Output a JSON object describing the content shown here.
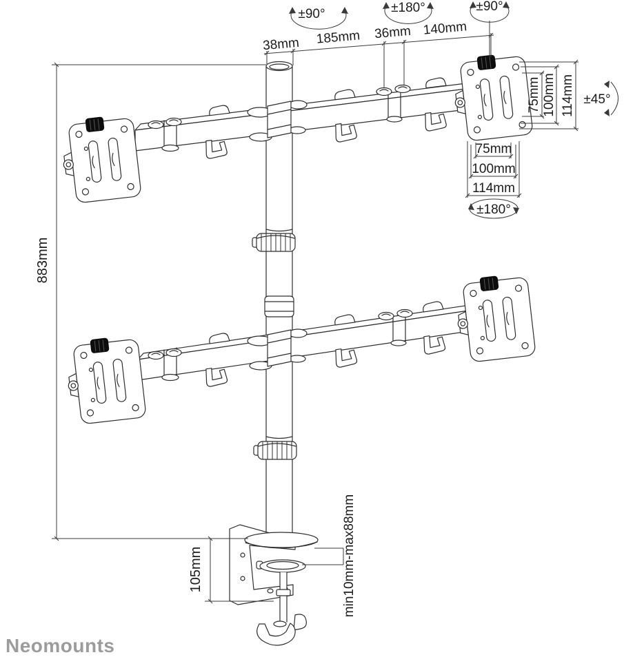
{
  "product_diagram": {
    "brand_logo": "Neomounts",
    "rotation_labels": {
      "swivel_left": "±90°",
      "swivel_mid": "±180°",
      "swivel_right": "±90°",
      "tilt": "±45°",
      "vesa_rotate": "±180°"
    },
    "dimensions": {
      "pole_diameter": "38mm",
      "arm_segment_long": "185mm",
      "arm_joint": "36mm",
      "arm_segment_end": "140mm",
      "vesa_vertical_75": "75mm",
      "vesa_vertical_100": "100mm",
      "vesa_vertical_114": "114mm",
      "vesa_horizontal_75": "75mm",
      "vesa_horizontal_100": "100mm",
      "vesa_horizontal_114": "114mm",
      "total_height": "883mm",
      "clamp_height": "105mm",
      "desk_thickness": "min10mm-max88mm"
    },
    "colors": {
      "line": "#2d2d2d",
      "dimension_line": "#3a3a3a",
      "text": "#1c1c1c",
      "knob": "#0d0d0d",
      "logo": "#9c9c9c",
      "background": "#ffffff"
    }
  }
}
